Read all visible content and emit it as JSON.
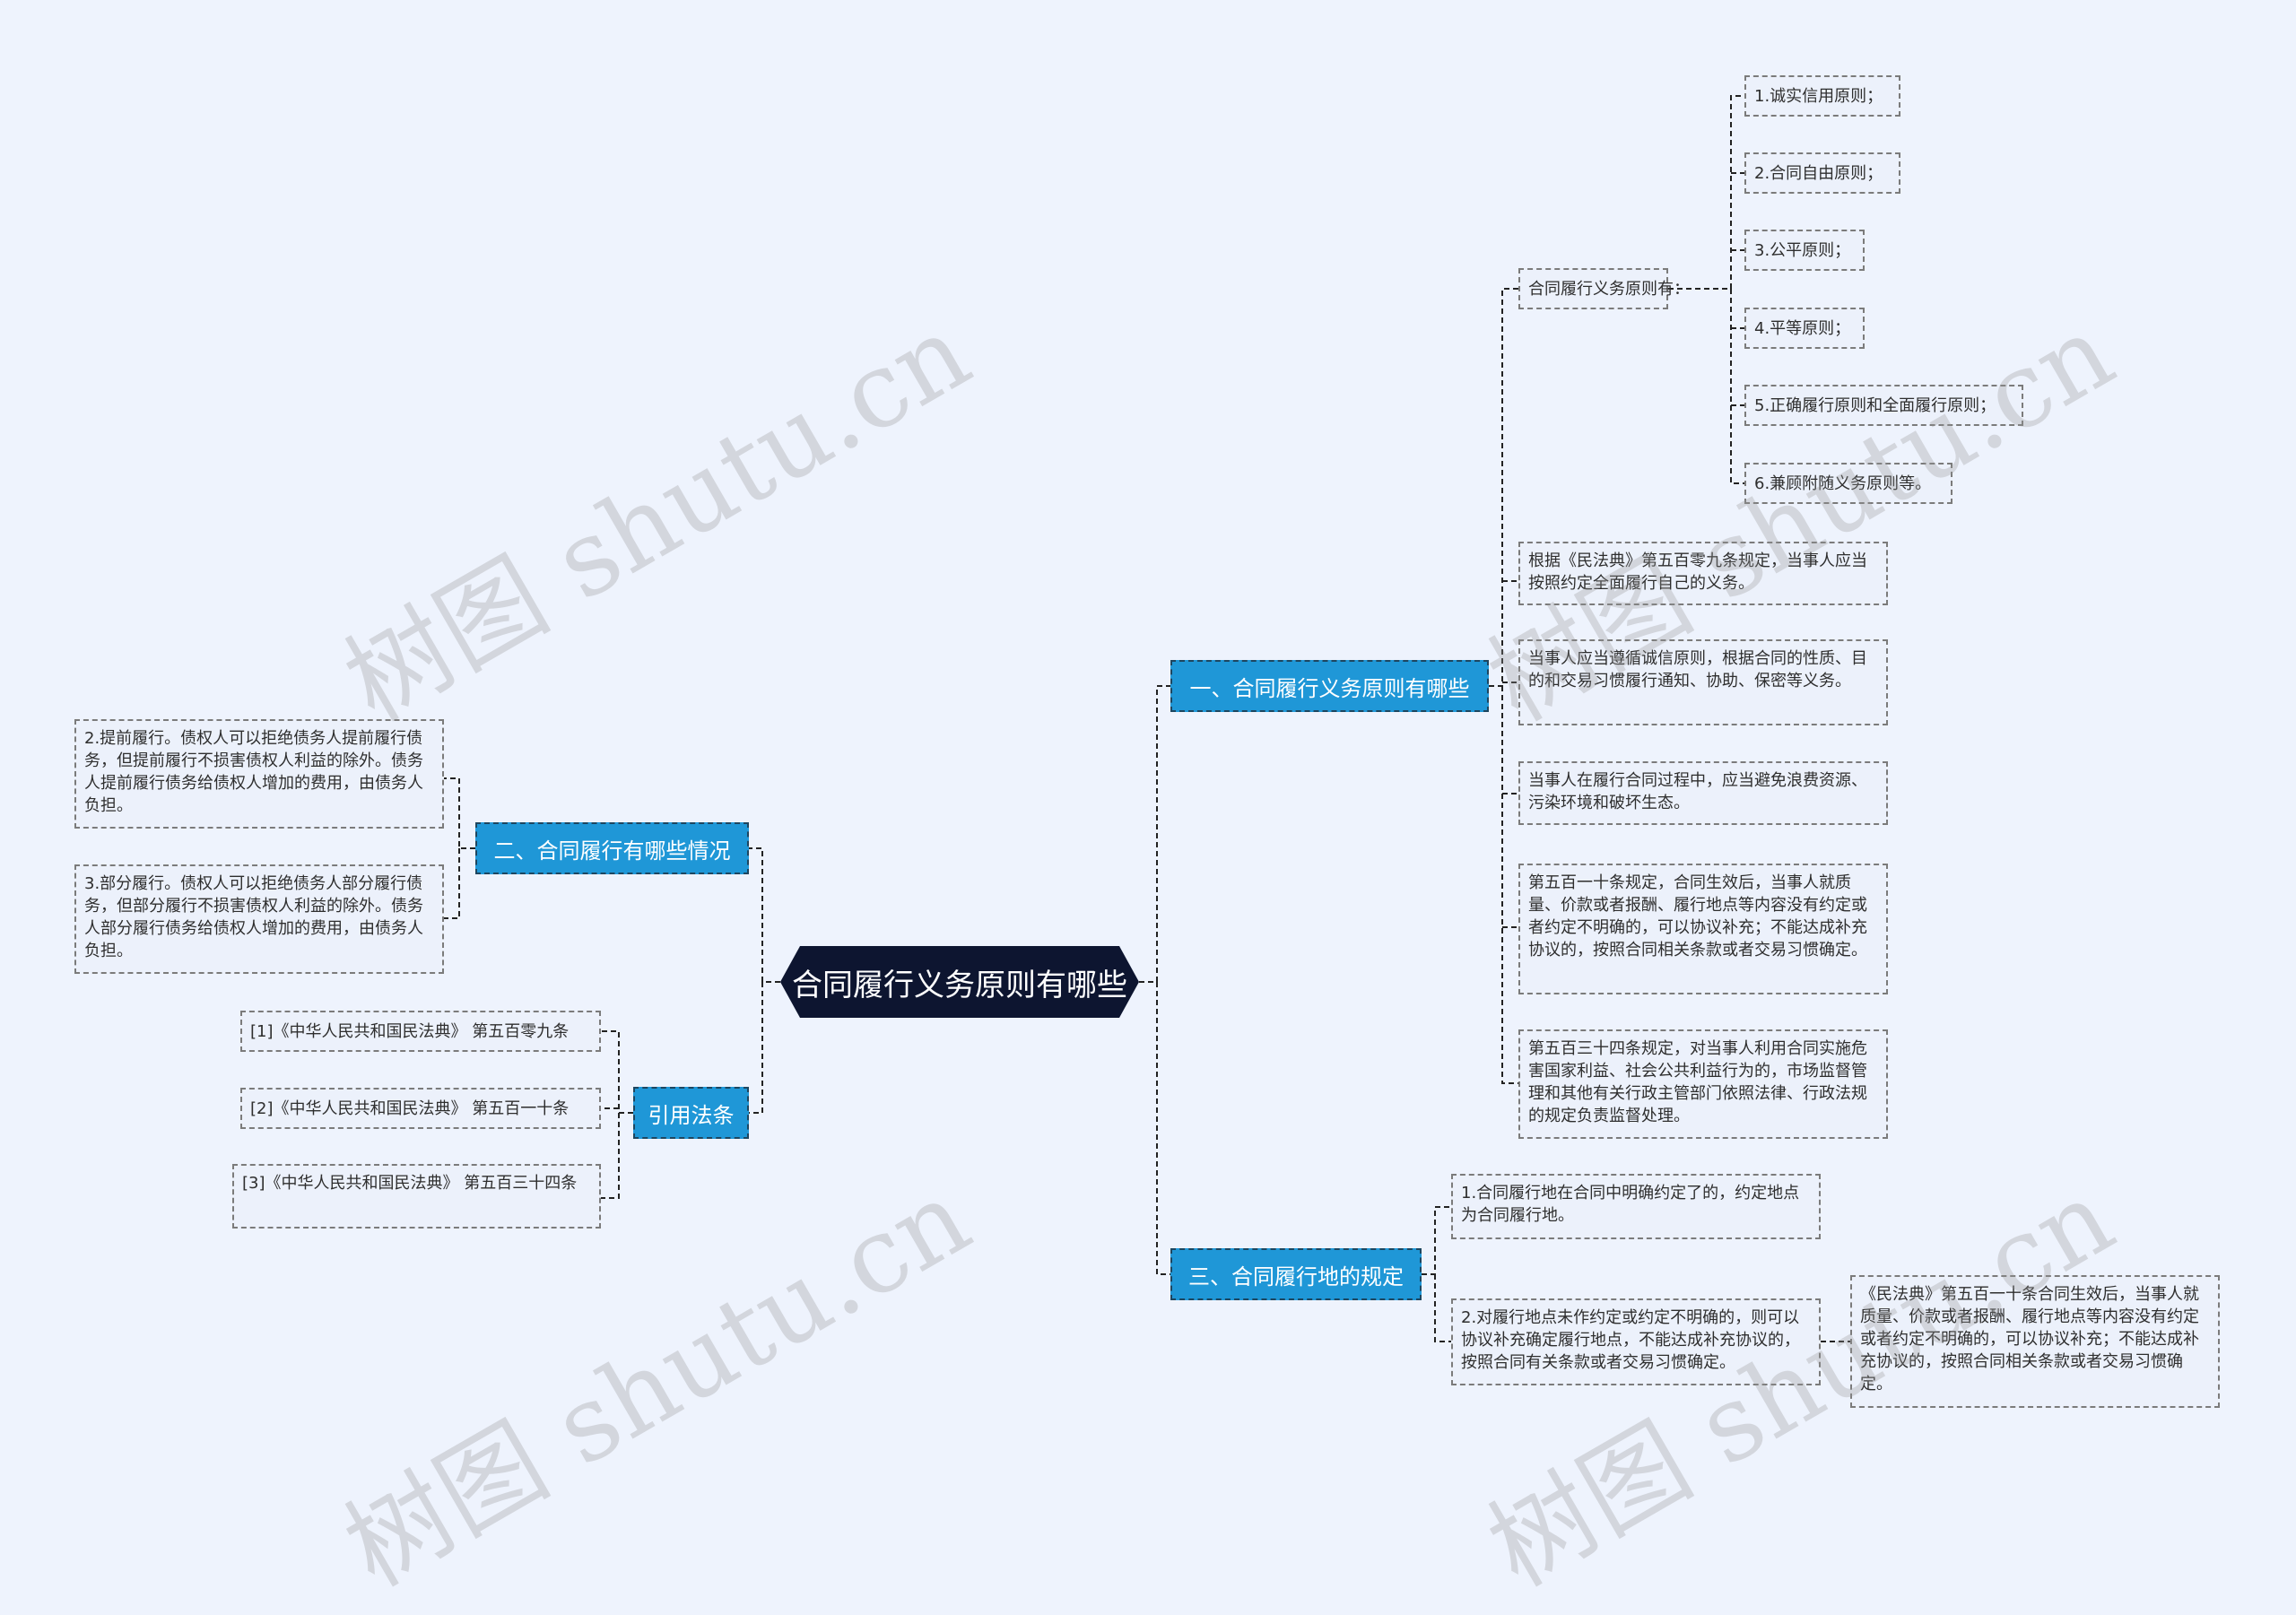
{
  "watermark": "树图 shutu.cn",
  "root": {
    "title": "合同履行义务原则有哪些"
  },
  "branches": {
    "principles": {
      "label": "一、合同履行义务原则有哪些",
      "principles_intro": "合同履行义务原则有：",
      "principles_list": [
        "1.诚实信用原则；",
        "2.合同自由原则；",
        "3.公平原则；",
        "4.平等原则；",
        "5.正确履行原则和全面履行原则；",
        "6.兼顾附随义务原则等。"
      ],
      "notes": [
        "根据《民法典》第五百零九条规定，当事人应当按照约定全面履行自己的义务。",
        "当事人应当遵循诚信原则，根据合同的性质、目的和交易习惯履行通知、协助、保密等义务。",
        "当事人在履行合同过程中，应当避免浪费资源、污染环境和破坏生态。",
        "第五百一十条规定，合同生效后，当事人就质量、价款或者报酬、履行地点等内容没有约定或者约定不明确的，可以协议补充；不能达成补充协议的，按照合同相关条款或者交易习惯确定。",
        "第五百三十四条规定，对当事人利用合同实施危害国家利益、社会公共利益行为的，市场监督管理和其他有关行政主管部门依照法律、行政法规的规定负责监督处理。"
      ]
    },
    "place": {
      "label": "三、合同履行地的规定",
      "items": [
        "1.合同履行地在合同中明确约定了的，约定地点为合同履行地。",
        "2.对履行地点未作约定或约定不明确的，则可以协议补充确定履行地点，不能达成补充协议的，按照合同有关条款或者交易习惯确定。"
      ],
      "sub_note": "《民法典》第五百一十条合同生效后，当事人就质量、价款或者报酬、履行地点等内容没有约定或者约定不明确的，可以协议补充；不能达成补充协议的，按照合同相关条款或者交易习惯确定。"
    },
    "situations": {
      "label": "二、合同履行有哪些情况",
      "items": [
        "2.提前履行。债权人可以拒绝债务人提前履行债务，但提前履行不损害债权人利益的除外。债务人提前履行债务给债权人增加的费用，由债务人负担。",
        "3.部分履行。债权人可以拒绝债务人部分履行债务，但部分履行不损害债权人利益的除外。债务人部分履行债务给债权人增加的费用，由债务人负担。"
      ]
    },
    "laws": {
      "label": "引用法条",
      "items": [
        "[1]《中华人民共和国民法典》 第五百零九条",
        "[2]《中华人民共和国民法典》 第五百一十条",
        "[3]《中华人民共和国民法典》 第五百三十四条"
      ]
    }
  }
}
